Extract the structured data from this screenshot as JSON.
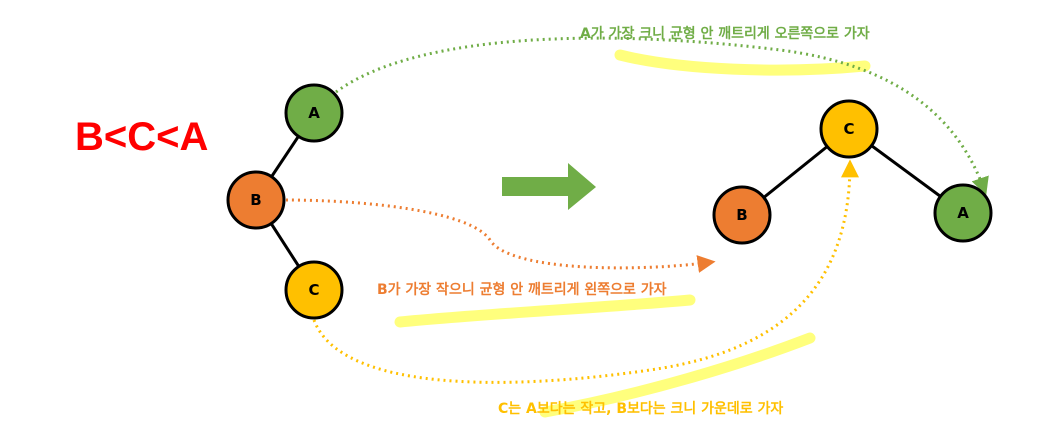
{
  "ordering_label": "B<C<A",
  "before_tree": {
    "nodes": [
      {
        "id": "A",
        "label": "A",
        "color": "#70AD47"
      },
      {
        "id": "B",
        "label": "B",
        "color": "#ED7D31"
      },
      {
        "id": "C",
        "label": "C",
        "color": "#FFC000"
      }
    ]
  },
  "after_tree": {
    "nodes": [
      {
        "id": "C",
        "label": "C",
        "color": "#FFC000"
      },
      {
        "id": "B",
        "label": "B",
        "color": "#ED7D31"
      },
      {
        "id": "A",
        "label": "A",
        "color": "#70AD47"
      }
    ]
  },
  "notes": {
    "a_move": "A가 가장 크니 균형 안 깨트리게 오른쪽으로 가자",
    "b_move": "B가 가장 작으니 균형 안 깨트리게 왼쪽으로 가자",
    "c_move": "C는 A보다는 작고, B보다는 크니 가운데로 가자"
  },
  "colors": {
    "red": "#FF0000",
    "green": "#70AD47",
    "orange": "#ED7D31",
    "yellow": "#FFC000",
    "highlight": "#FFFF66"
  }
}
